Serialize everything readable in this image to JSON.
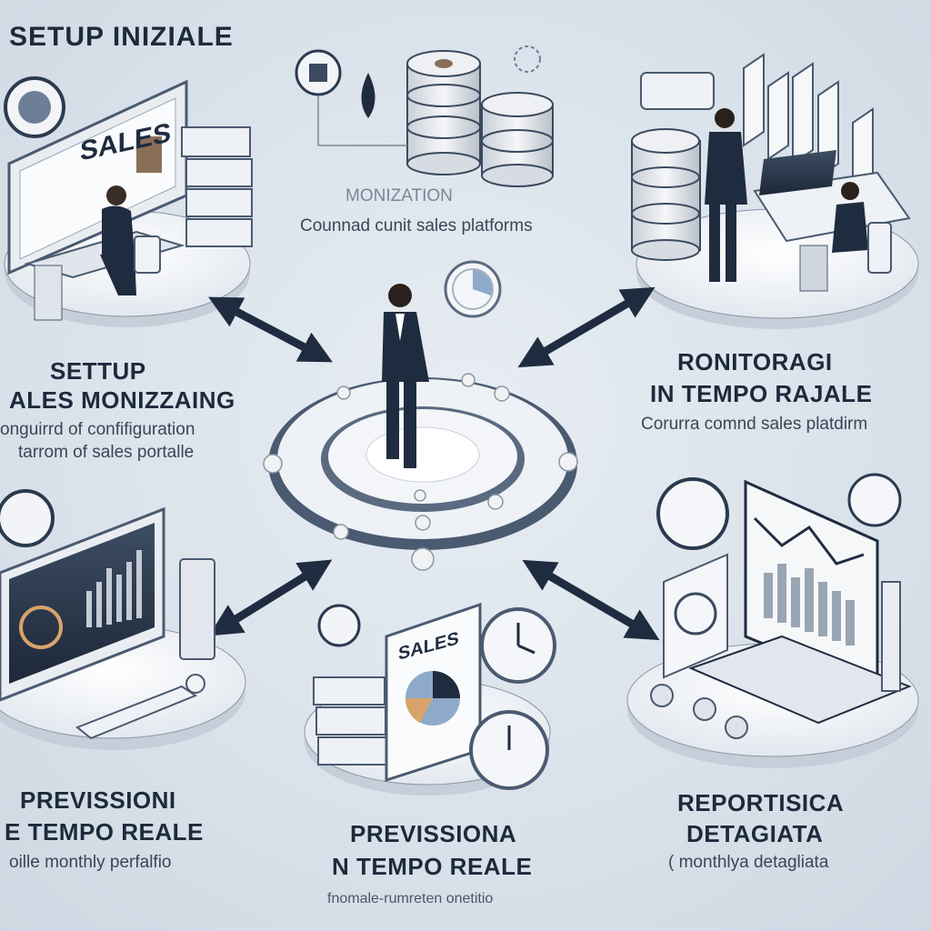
{
  "header": {
    "title": "SETUP INIZIALE"
  },
  "top_center": {
    "caption": "MONIZATION",
    "subtitle": "Counnad cunit sales platforms"
  },
  "left_middle": {
    "title_line1": "SETTUP",
    "title_line2": "ALES MONIZZAING",
    "desc_line1": "onguirrd of confifiguration",
    "desc_line2": "tarrom of sales portalle"
  },
  "right_middle": {
    "title_line1": "RONITORAGI",
    "title_line2": "IN TEMPO RAJALE",
    "desc": "Corurra comnd sales platdirm"
  },
  "bottom_left": {
    "title_line1": "PREVISSIONI",
    "title_line2": "E TEMPO REALE",
    "desc": "oille monthly perfalfio"
  },
  "bottom_center": {
    "title_line1": "PREVISSIONA",
    "title_line2": "N TEMPO REALE",
    "desc": "fnomale-rumreten onetitio"
  },
  "bottom_right": {
    "title_line1": "REPORTISICA",
    "title_line2": "DETAGIATA",
    "desc": "( monthlya detagliata"
  },
  "screen_labels": {
    "sales_top_left": "SALES",
    "sales_bottom_center": "SALES"
  },
  "colors": {
    "navy": "#1f2c40",
    "steel": "#4a5a70",
    "platform": "#f4f6f9",
    "accent_blue": "#8eaac9",
    "accent_orange": "#d9a36b"
  },
  "icons": [
    "arrow-icon",
    "database-icon",
    "pie-chart-icon",
    "clock-icon",
    "person-icon",
    "laptop-icon",
    "monitor-icon"
  ]
}
